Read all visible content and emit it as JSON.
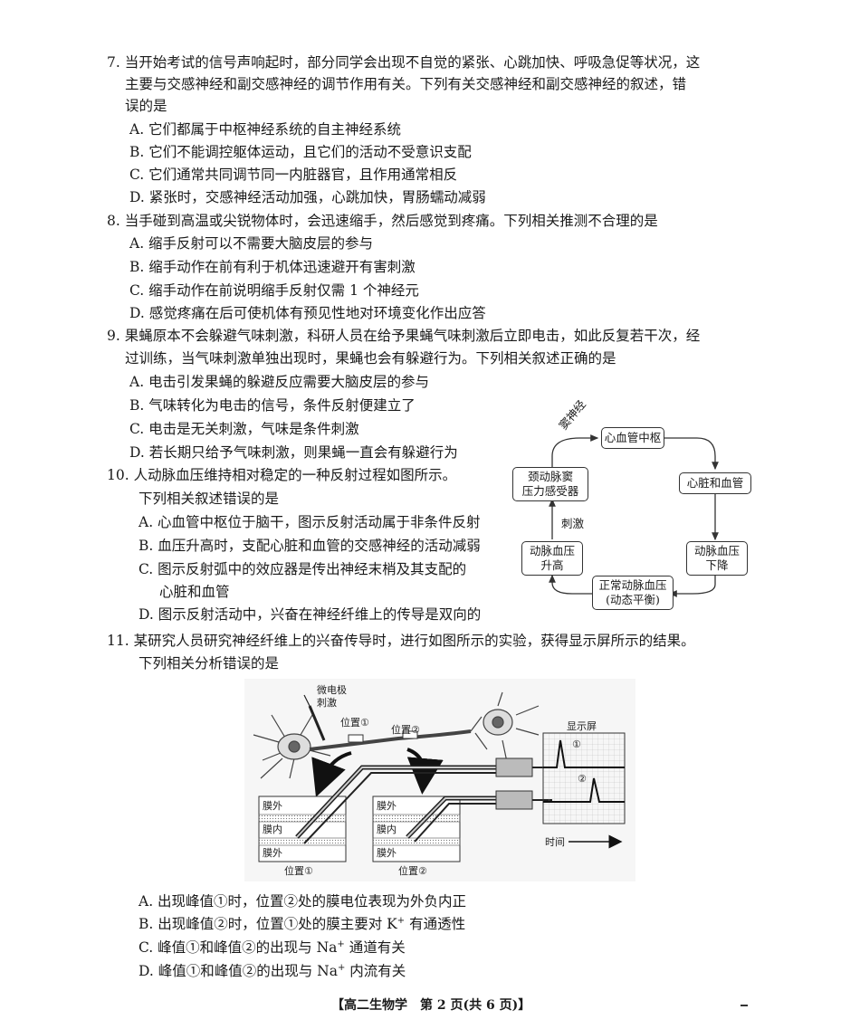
{
  "q7": {
    "stem": [
      "7. 当开始考试的信号声响起时，部分同学会出现不自觉的紧张、心跳加快、呼吸急促等状况，这",
      "主要与交感神经和副交感神经的调节作用有关。下列有关交感神经和副交感神经的叙述，错",
      "误的是"
    ],
    "options": [
      "A. 它们都属于中枢神经系统的自主神经系统",
      "B. 它们不能调控躯体运动，且它们的活动不受意识支配",
      "C. 它们通常共同调节同一内脏器官，且作用通常相反",
      "D. 紧张时，交感神经活动加强，心跳加快，胃肠蠕动减弱"
    ]
  },
  "q8": {
    "stem": [
      "8. 当手碰到高温或尖锐物体时，会迅速缩手，然后感觉到疼痛。下列相关推测不合理的是"
    ],
    "options": [
      "A. 缩手反射可以不需要大脑皮层的参与",
      "B. 缩手动作在前有利于机体迅速避开有害刺激",
      "C. 缩手动作在前说明缩手反射仅需 1 个神经元",
      "D. 感觉疼痛在后可使机体有预见性地对环境变化作出应答"
    ]
  },
  "q9": {
    "stem": [
      "9. 果蝇原本不会躲避气味刺激，科研人员在给予果蝇气味刺激后立即电击，如此反复若干次，经",
      "过训练，当气味刺激单独出现时，果蝇也会有躲避行为。下列相关叙述正确的是"
    ],
    "options": [
      "A. 电击引发果蝇的躲避反应需要大脑皮层的参与",
      "B. 气味转化为电击的信号，条件反射便建立了",
      "C. 电击是无关刺激，气味是条件刺激",
      "D. 若长期只给予气味刺激，则果蝇一直会有躲避行为"
    ]
  },
  "q10": {
    "stem": [
      "10. 人动脉血压维持相对稳定的一种反射过程如图所示。",
      "下列相关叙述错误的是"
    ],
    "options": [
      "A. 心血管中枢位于脑干，图示反射活动属于非条件反射",
      "B. 血压升高时，支配心脏和血管的交感神经的活动减弱",
      "C. 图示反射弧中的效应器是传出神经末梢及其支配的",
      "心脏和血管",
      "D. 图示反射活动中，兴奋在神经纤维上的传导是双向的"
    ],
    "diagram": {
      "center": "心血管中枢",
      "right_top": "心脏和血管",
      "right_bottom": [
        "动脉血压",
        "下降"
      ],
      "bottom": [
        "正常动脉血压",
        "(动态平衡)"
      ],
      "left_bottom": [
        "动脉血压",
        "升高"
      ],
      "left_top": [
        "颈动脉窦",
        "压力感受器"
      ],
      "label_nerve": "窦神经",
      "label_stim": "刺激"
    }
  },
  "q11": {
    "stem": [
      "11. 某研究人员研究神经纤维上的兴奋传导时，进行如图所示的实验，获得显示屏所示的结果。",
      "下列相关分析错误的是"
    ],
    "figure": {
      "electrode": "微电极",
      "stimulus": "刺激",
      "pos1": "位置①",
      "pos2": "位置②",
      "screen": "显示屏",
      "peak1": "①",
      "peak2": "②",
      "time": "时间",
      "outer": "膜外",
      "inner": "膜内"
    },
    "options": {
      "a": "A. 出现峰值①时，位置②处的膜电位表现为外负内正",
      "b_pre": "B. 出现峰值②时，位置①处的膜主要对 K",
      "b_post": " 有通透性",
      "c_pre": "C. 峰值①和峰值②的出现与 Na",
      "c_post": " 通道有关",
      "d_pre": "D. 峰值①和峰值②的出现与 Na",
      "d_post": " 内流有关",
      "sup": "+"
    }
  },
  "footer": "【高二生物学　第 2 页(共 6 页)】"
}
